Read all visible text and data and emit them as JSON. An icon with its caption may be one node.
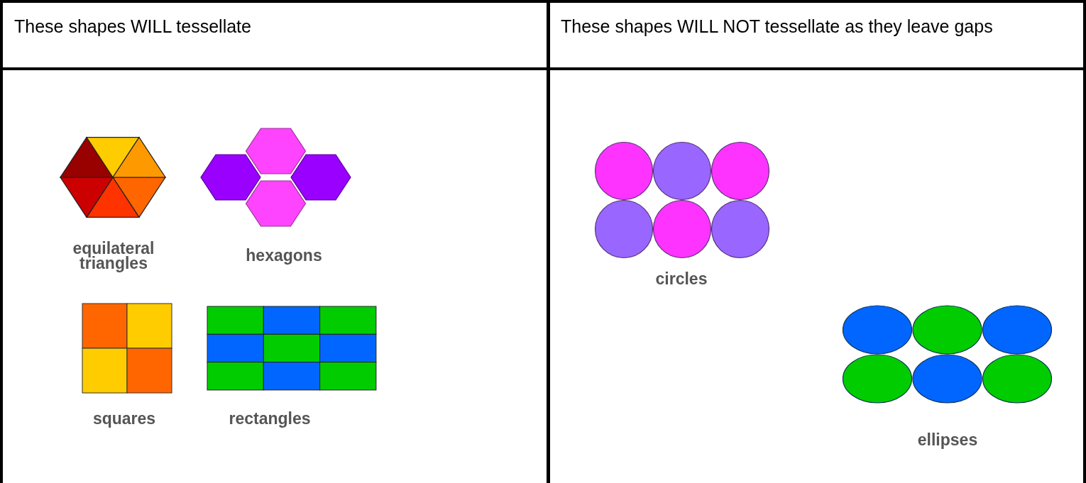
{
  "diagram": {
    "labels": [
      "These shapes WILL tessellate",
      "These shapes WILL NOT tessellate as they leave gaps",
      "equilateral triangles",
      "hexagons",
      "squares",
      "rectangles",
      "circles",
      "ellipses"
    ]
  }
}
